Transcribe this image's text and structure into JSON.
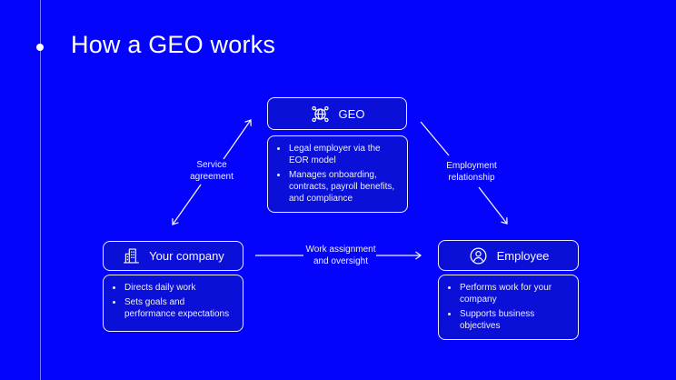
{
  "title": "How a GEO works",
  "colors": {
    "background": "#0404fc",
    "panel_fill": "#0b10d8",
    "stroke": "#f0f0fa"
  },
  "nodes": {
    "geo": {
      "label": "GEO",
      "icon": "globe-network-icon",
      "bullets": [
        "Legal employer via the EOR model",
        "Manages onboarding, contracts, payroll benefits, and compliance"
      ]
    },
    "your_company": {
      "label": "Your company",
      "icon": "office-building-icon",
      "bullets": [
        "Directs daily work",
        "Sets goals and performance expectations"
      ]
    },
    "employee": {
      "label": "Employee",
      "icon": "person-circle-icon",
      "bullets": [
        "Performs work for your company",
        "Supports business objectives"
      ]
    }
  },
  "connectors": {
    "service_agreement": {
      "label": "Service agreement",
      "from": "Your company",
      "to": "GEO",
      "arrows": "both"
    },
    "employment_relationship": {
      "label": "Employment relationship",
      "from": "GEO",
      "to": "Employee",
      "arrows": "to"
    },
    "work_assignment": {
      "label": "Work assignment and oversight",
      "from": "Your company",
      "to": "Employee",
      "arrows": "to"
    }
  }
}
